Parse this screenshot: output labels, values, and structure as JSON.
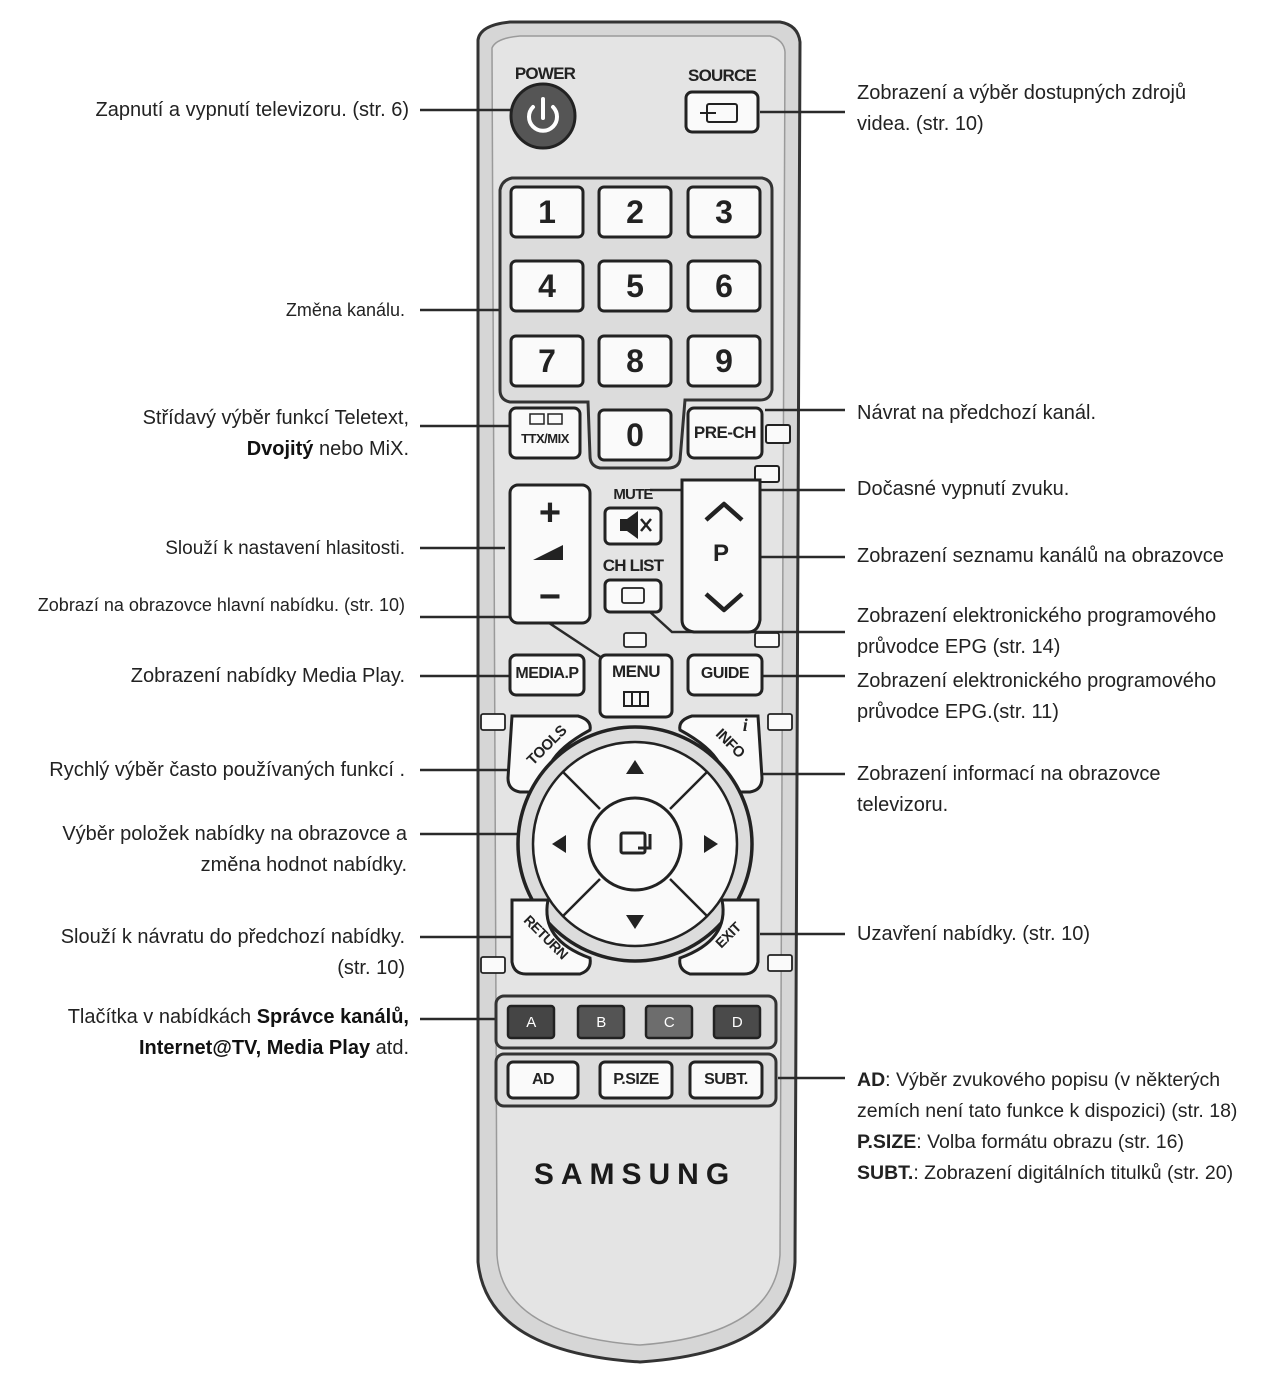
{
  "remote": {
    "brand": "SAMSUNG",
    "power_label": "POWER",
    "source_label": "SOURCE",
    "digits": [
      "1",
      "2",
      "3",
      "4",
      "5",
      "6",
      "7",
      "8",
      "9"
    ],
    "zero": "0",
    "ttx_label": "TTX/MIX",
    "prech_label": "PRE-CH",
    "mute_label": "MUTE",
    "chlist_label": "CH LIST",
    "vol_plus": "+",
    "vol_minus": "−",
    "channel_label": "P",
    "mediap_label": "MEDIA.P",
    "menu_label": "MENU",
    "guide_label": "GUIDE",
    "tools_label": "TOOLS",
    "info_label": "INFO",
    "info_glyph": "i",
    "return_label": "RETURN",
    "exit_label": "EXIT",
    "color_keys": [
      "A",
      "B",
      "C",
      "D"
    ],
    "color_key_fills": [
      "#454545",
      "#545454",
      "#6d6d6d",
      "#4a4a4a"
    ],
    "bottom_keys": [
      "AD",
      "P.SIZE",
      "SUBT."
    ]
  },
  "callouts": {
    "power": "Zapnutí a vypnutí televizoru. (str. 6)",
    "source_1": "Zobrazení a výběr dostupných zdrojů",
    "source_2": "videa. (str. 10)",
    "channel_change": "Změna kanálu.",
    "teletext_1": "Střídavý výběr funkcí Teletext,",
    "teletext_2_bold": "Dvojitý",
    "teletext_2_rest": " nebo MiX.",
    "prech": "Návrat na předchozí kanál.",
    "mute": "Dočasné vypnutí zvuku.",
    "volume": "Slouží k nastavení hlasitosti.",
    "chlist": "Zobrazení seznamu kanálů na obrazovce",
    "menu": "Zobrazí na obrazovce hlavní nabídku. (str. 10)",
    "epg1_1": "Zobrazení elektronického programového",
    "epg1_2": "průvodce EPG (str. 14)",
    "media": "Zobrazení nabídky Media Play.",
    "epg2_1": "Zobrazení elektronického programového",
    "epg2_2": "průvodce EPG.(str. 11)",
    "tools": "Rychlý výběr často používaných funkcí .",
    "info_1": "Zobrazení informací na obrazovce",
    "info_2": "televizoru.",
    "nav_1": "Výběr položek nabídky na obrazovce a",
    "nav_2": "změna hodnot nabídky.",
    "return_1": "Slouží k návratu do předchozí nabídky.",
    "return_2": "(str. 10)",
    "exit": "Uzavření nabídky. (str. 10)",
    "color_1_pre": "Tlačítka v nabídkách ",
    "color_1_bold": "Správce kanálů,",
    "color_2_bold1": "Internet@TV",
    "color_2_sep": ", ",
    "color_2_bold2": "Media Play",
    "color_2_rest": " atd.",
    "ad_key": "AD",
    "ad_desc_1": ": Výběr zvukového popisu (v některých",
    "ad_desc_2": "zemích není tato funkce k dispozici) (str. 18)",
    "psize_key": "P.SIZE",
    "psize_desc": ": Volba formátu obrazu (str. 16)",
    "subt_key": "SUBT.",
    "subt_desc": ": Zobrazení digitálních titulků (str. 20)"
  }
}
